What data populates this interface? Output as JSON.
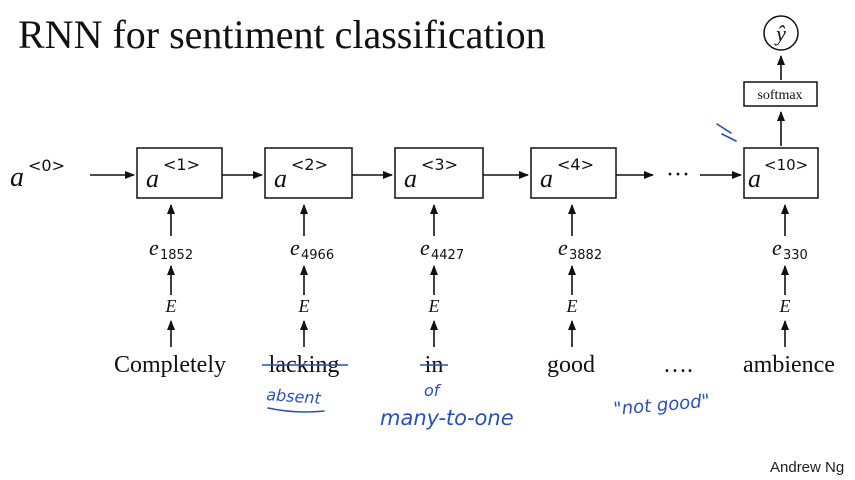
{
  "title": "RNN for sentiment classification",
  "initial_activation": {
    "symbol": "a",
    "superscript": "<0>"
  },
  "activations": [
    {
      "symbol": "a",
      "superscript": "<1>"
    },
    {
      "symbol": "a",
      "superscript": "<2>"
    },
    {
      "symbol": "a",
      "superscript": "<3>"
    },
    {
      "symbol": "a",
      "superscript": "<4>"
    },
    {
      "symbol": "a",
      "superscript": "<10>"
    }
  ],
  "embeddings": [
    {
      "symbol": "e",
      "subscript": "1852"
    },
    {
      "symbol": "e",
      "subscript": "4966"
    },
    {
      "symbol": "e",
      "subscript": "4427"
    },
    {
      "symbol": "e",
      "subscript": "3882"
    },
    {
      "symbol": "e",
      "subscript": "330"
    }
  ],
  "embedding_matrix": "E",
  "words": [
    "Completely",
    "lacking",
    "in",
    "good",
    "ambience"
  ],
  "ellipsis_nodes": "···",
  "ellipsis_words": "….",
  "softmax_label": "softmax",
  "output": "ŷ",
  "handwritten": {
    "word2_replacement": "absent",
    "word3_replacement": "of",
    "mode_note": "many-to-one",
    "quote_note": "\"not good\""
  },
  "credit": "Andrew Ng",
  "colors": {
    "ink": "#111111",
    "handwriting": "#2a4fb8",
    "background": "#ffffff"
  }
}
